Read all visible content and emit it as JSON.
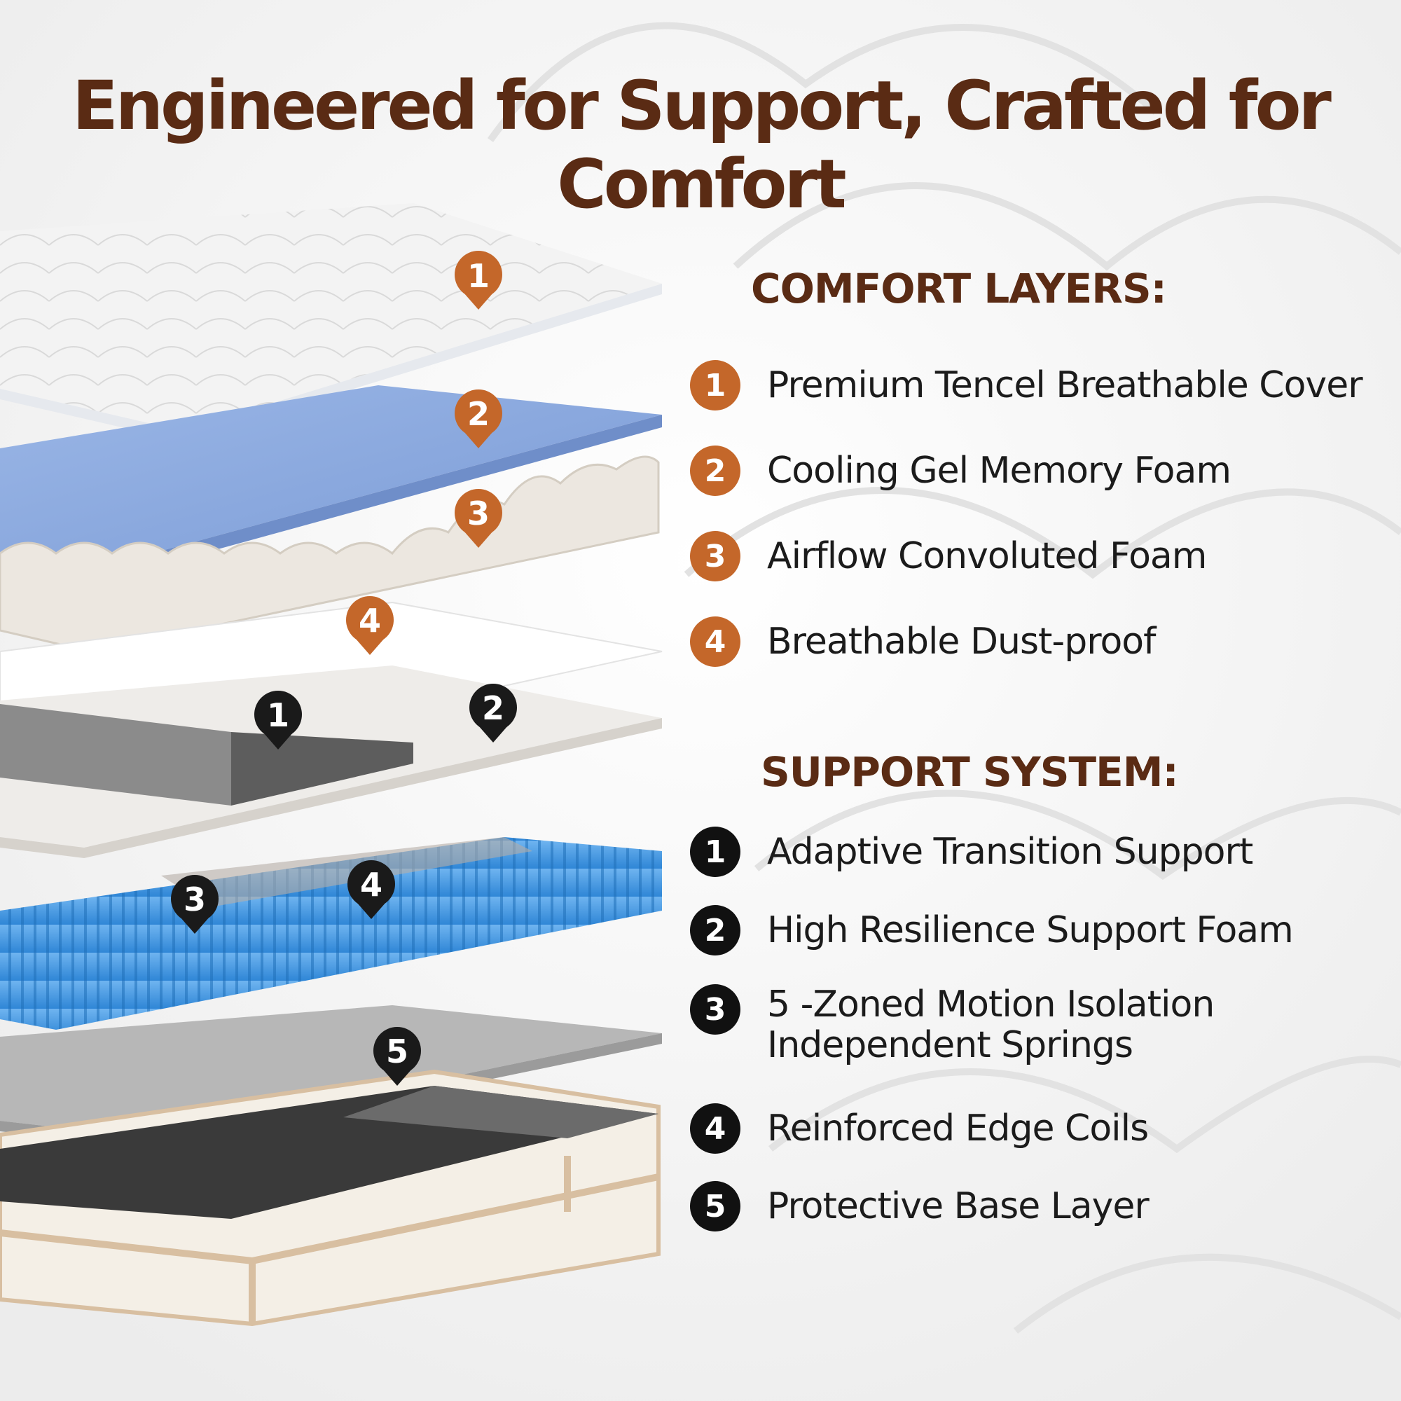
{
  "title": "Engineered for Support, Crafted for Comfort",
  "colors": {
    "accent_orange": "#c4672a",
    "title_brown": "#5a2b14",
    "support_black": "#111111",
    "coil_blue": "#4d9fe6"
  },
  "comfort": {
    "heading": "COMFORT LAYERS:",
    "items": [
      {
        "num": "1",
        "label": "Premium Tencel Breathable Cover"
      },
      {
        "num": "2",
        "label": "Cooling Gel Memory Foam"
      },
      {
        "num": "3",
        "label": "Airflow Convoluted Foam"
      },
      {
        "num": "4",
        "label": "Breathable Dust-proof"
      }
    ]
  },
  "support": {
    "heading": "SUPPORT SYSTEM:",
    "items": [
      {
        "num": "1",
        "label": "Adaptive Transition Support"
      },
      {
        "num": "2",
        "label": "High Resilience Support Foam"
      },
      {
        "num": "3",
        "label_line1": "5 -Zoned Motion Isolation",
        "label_line2": "Independent Springs"
      },
      {
        "num": "4",
        "label": "Reinforced Edge Coils"
      },
      {
        "num": "5",
        "label": "Protective Base Layer"
      }
    ]
  },
  "markers": {
    "c1": "1",
    "c2": "2",
    "c3": "3",
    "c4": "4",
    "s1": "1",
    "s2": "2",
    "s3": "3",
    "s4": "4",
    "s5": "5"
  }
}
